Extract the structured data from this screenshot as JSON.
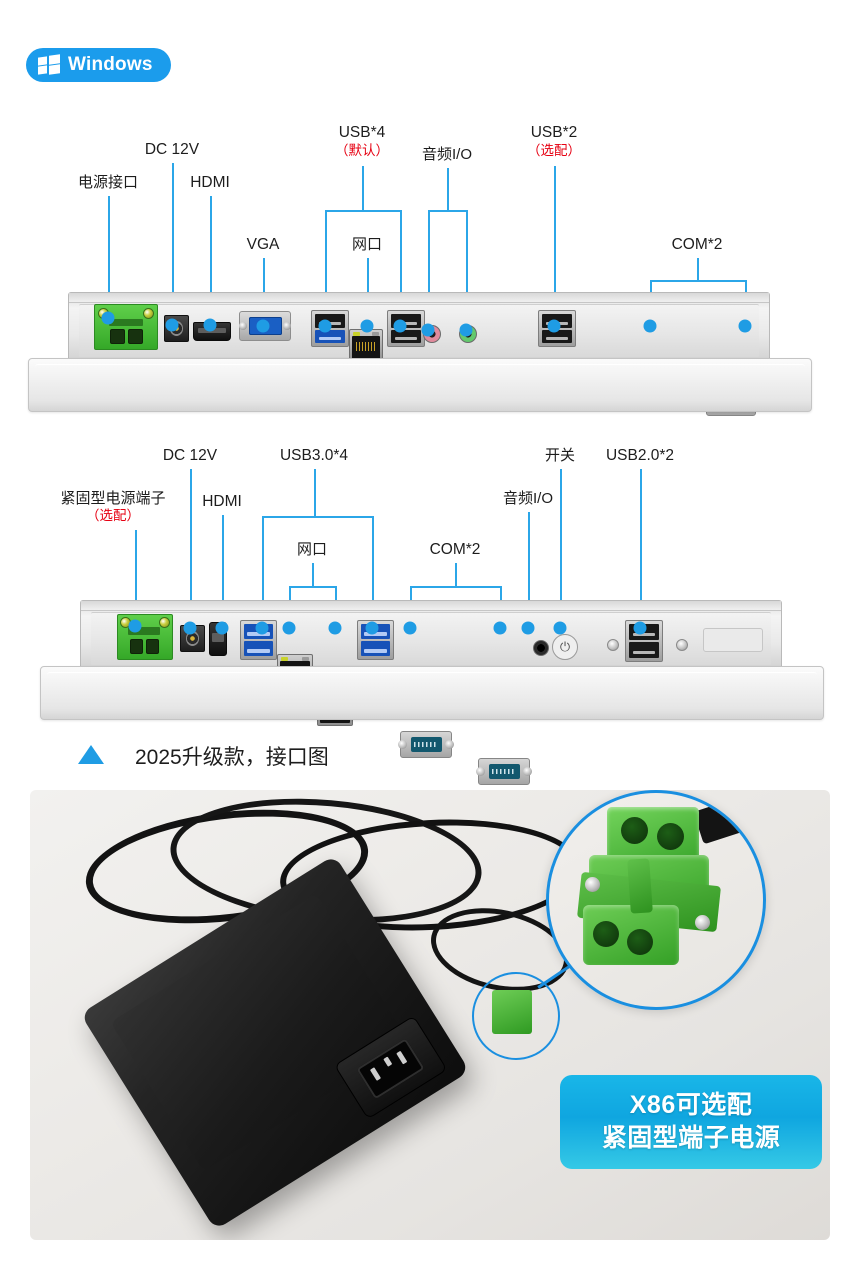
{
  "badge": {
    "os_label": "Windows",
    "os_icon": "windows-logo-icon"
  },
  "panel_top": {
    "labels": [
      {
        "id": "power-connector",
        "main": "电源接口",
        "sub": ""
      },
      {
        "id": "dc-12v",
        "main": "DC 12V",
        "sub": ""
      },
      {
        "id": "hdmi",
        "main": "HDMI",
        "sub": ""
      },
      {
        "id": "vga",
        "main": "VGA",
        "sub": ""
      },
      {
        "id": "usb-4",
        "main": "USB*4",
        "sub": "（默认）"
      },
      {
        "id": "lan",
        "main": "网口",
        "sub": ""
      },
      {
        "id": "audio-io",
        "main": "音频I/O",
        "sub": ""
      },
      {
        "id": "usb-2",
        "main": "USB*2",
        "sub": "（选配）"
      },
      {
        "id": "com-2",
        "main": "COM*2",
        "sub": ""
      }
    ]
  },
  "panel_bottom": {
    "labels": [
      {
        "id": "terminal-power",
        "main": "紧固型电源端子",
        "sub": "（选配）"
      },
      {
        "id": "dc-12v",
        "main": "DC 12V",
        "sub": ""
      },
      {
        "id": "hdmi",
        "main": "HDMI",
        "sub": ""
      },
      {
        "id": "usb30-4",
        "main": "USB3.0*4",
        "sub": ""
      },
      {
        "id": "lan",
        "main": "网口",
        "sub": ""
      },
      {
        "id": "com-2",
        "main": "COM*2",
        "sub": ""
      },
      {
        "id": "audio-io",
        "main": "音频I/O",
        "sub": ""
      },
      {
        "id": "power-switch",
        "main": "开关",
        "sub": ""
      },
      {
        "id": "usb20-2",
        "main": "USB2.0*2",
        "sub": ""
      }
    ]
  },
  "caption": {
    "text": "2025升级款，接口图",
    "marker_icon": "triangle-up-icon"
  },
  "photo": {
    "badge_line1": "X86可选配",
    "badge_line2": "紧固型端子电源",
    "magnifier_icon": "magnifier-circle-icon",
    "subject": "green-terminal-connector"
  },
  "colors": {
    "accent_blue": "#1f9ce4",
    "line_blue": "#2ba6e8",
    "red_note": "#e60012",
    "badge_gradient_from": "#19b6e8",
    "badge_gradient_to": "#35c9e6",
    "terminal_green": "#3aa62c"
  }
}
